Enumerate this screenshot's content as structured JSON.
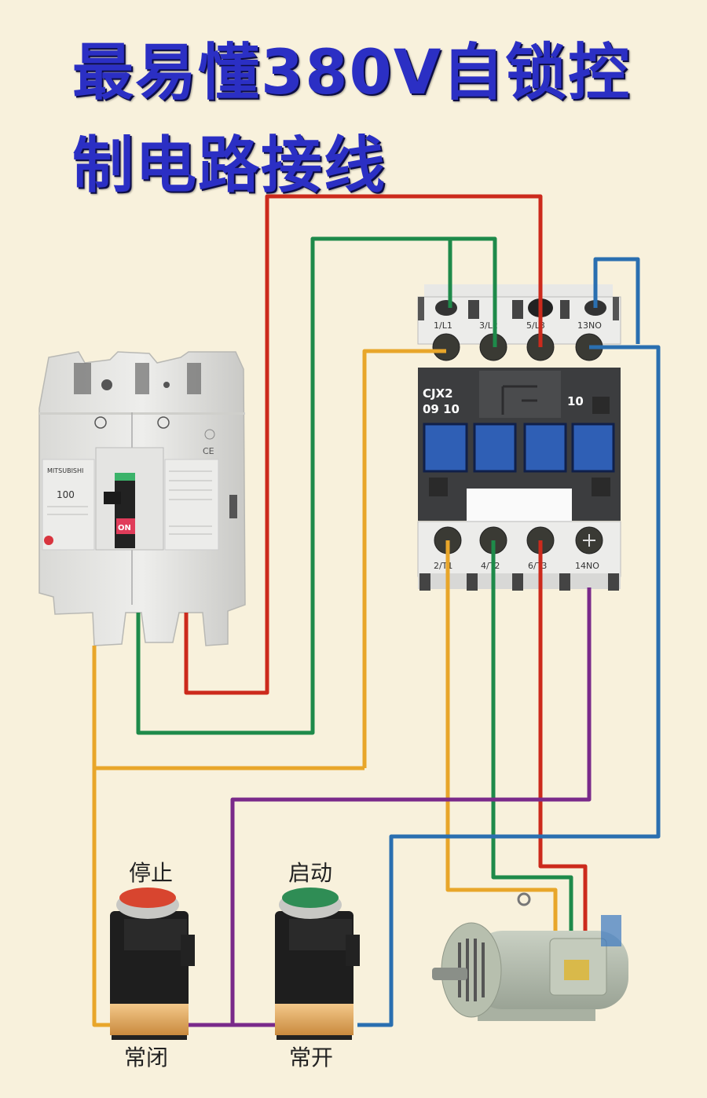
{
  "title": {
    "line1": "最易懂380V自锁控",
    "line2": "制电路接线"
  },
  "colors": {
    "background": "#f8f1dc",
    "title": "#2b2fc4",
    "wire_yellow": "#e8a62a",
    "wire_green": "#1e8a4a",
    "wire_red": "#cc2a1c",
    "wire_blue": "#2a6fb0",
    "wire_purple": "#7a2a8a",
    "stop_button": "#d8452f",
    "start_button": "#2f8d55"
  },
  "breaker": {
    "name": "circuit-breaker",
    "rating": "100",
    "switch_label": "ON",
    "ce_mark": "CE"
  },
  "contactor": {
    "model_line1": "CJX2",
    "model_line2": "09 10",
    "aux_code": "10",
    "top_terminals": [
      "1/L1",
      "3/L2",
      "5/L3",
      "13NO"
    ],
    "bottom_terminals": [
      "2/T1",
      "4/T2",
      "6/T3",
      "14NO"
    ]
  },
  "buttons": {
    "stop": {
      "label": "停止",
      "contact": "常闭"
    },
    "start": {
      "label": "启动",
      "contact": "常开"
    }
  },
  "motor": {
    "name": "three-phase-motor"
  }
}
